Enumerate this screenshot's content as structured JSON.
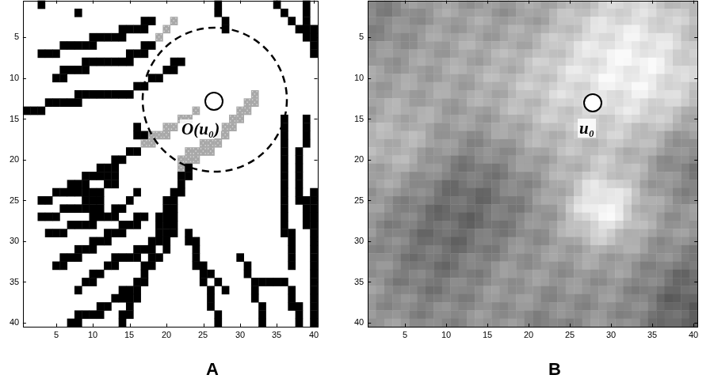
{
  "diagram": {
    "labels": [
      "5",
      "10",
      "15",
      "20",
      "25",
      "30",
      "35",
      "40",
      "5",
      "10",
      "15",
      "20",
      "25",
      "30",
      "35",
      "40",
      "O(u₀)",
      "A",
      "5",
      "10",
      "15",
      "20",
      "25",
      "30",
      "35",
      "40",
      "5",
      "10",
      "15",
      "20",
      "25",
      "30",
      "35",
      "40",
      "u₀",
      "B"
    ]
  }
}
